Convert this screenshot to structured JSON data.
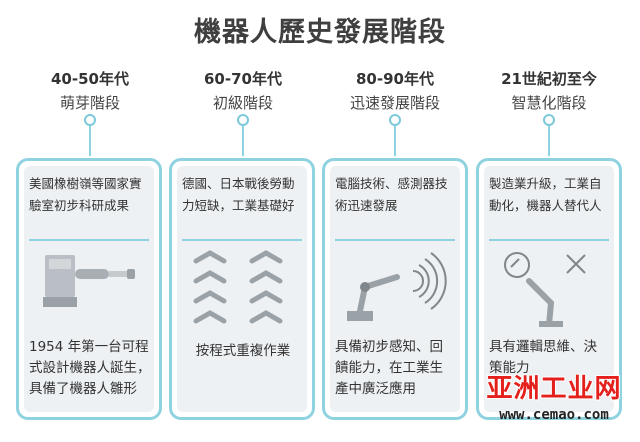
{
  "title": "機器人歷史發展階段",
  "stages": [
    {
      "era": "40-50年代",
      "phase": "萌芽階段",
      "summary_lines": [
        "美國橡樹嶺等國家實",
        "驗室初步科研成果"
      ],
      "detail_lines": [
        "1954 年第一台可程",
        "式設計機器人誕生，",
        "具備了機器人雛形"
      ]
    },
    {
      "era": "60-70年代",
      "phase": "初級階段",
      "summary_lines": [
        "德國、日本戰後勞動",
        "力短缺，工業基礎好"
      ],
      "detail_lines": [
        "按程式重複作業"
      ]
    },
    {
      "era": "80-90年代",
      "phase": "迅速發展階段",
      "summary_lines": [
        "電腦技術、感測器技",
        "術迅速發展"
      ],
      "detail_lines": [
        "具備初步感知、回",
        "饋能力，在工業生",
        "產中廣泛應用"
      ]
    },
    {
      "era": "21世紀初至今",
      "phase": "智慧化階段",
      "summary_lines": [
        "製造業升級，工業自",
        "動化，機器人替代人"
      ],
      "detail_lines": [
        "具有邏輯思維、決",
        "策能力"
      ]
    }
  ],
  "watermark": {
    "brand": "亚洲工业网",
    "url": "www.cemao.com"
  },
  "colors": {
    "accent": "#8fd3e0",
    "card_fill": "#eef1f3",
    "watermark_red": "#e3201b"
  }
}
